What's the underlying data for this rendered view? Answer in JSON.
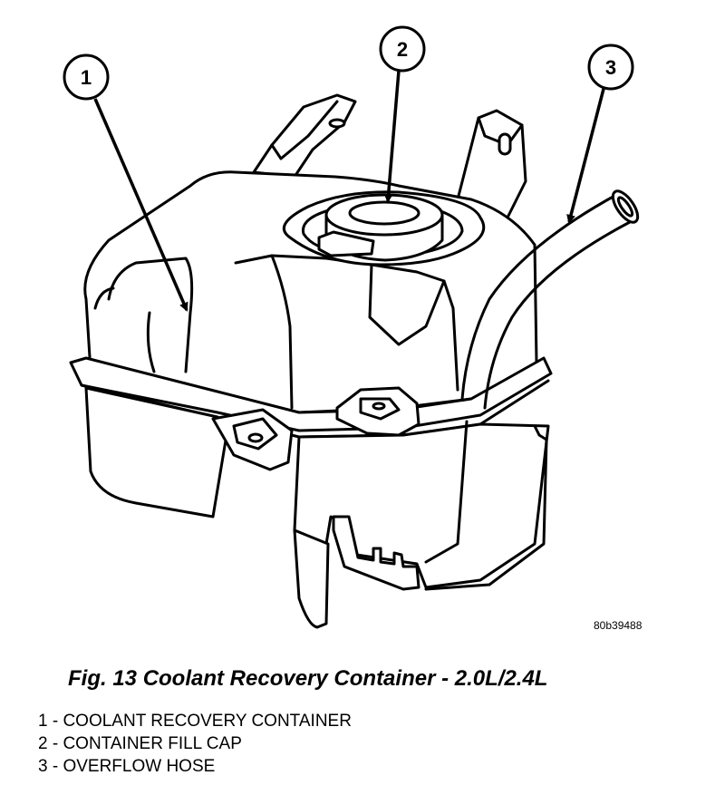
{
  "figure": {
    "callouts": [
      "1",
      "2",
      "3"
    ],
    "reference_code": "80b39488",
    "caption": "Fig. 13 Coolant Recovery Container - 2.0L/2.4L"
  },
  "legend": [
    "1 - COOLANT RECOVERY CONTAINER",
    "2 - CONTAINER FILL CAP",
    "3 - OVERFLOW HOSE"
  ],
  "colors": {
    "ink": "#000000",
    "paper": "#ffffff"
  }
}
